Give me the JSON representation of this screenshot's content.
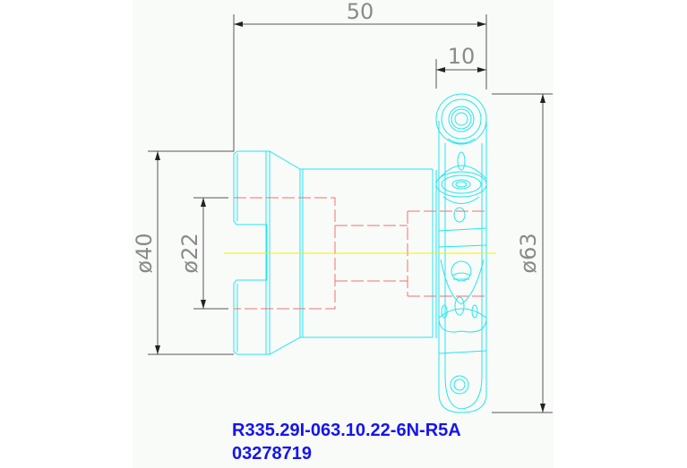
{
  "dimensions": {
    "overall_length": "50",
    "head_width": "10",
    "cutter_diameter": "ø63",
    "shank_diameter": "ø40",
    "bore_diameter": "ø22"
  },
  "part": {
    "designation": "R335.29I-063.10.22-6N-R5A",
    "article_number": "03278719"
  },
  "colors": {
    "geometry": "#22e6f0",
    "hidden_lines": "#f07070",
    "centerline": "#f0f000",
    "dimensions": "#555555",
    "label": "#1515ee"
  }
}
